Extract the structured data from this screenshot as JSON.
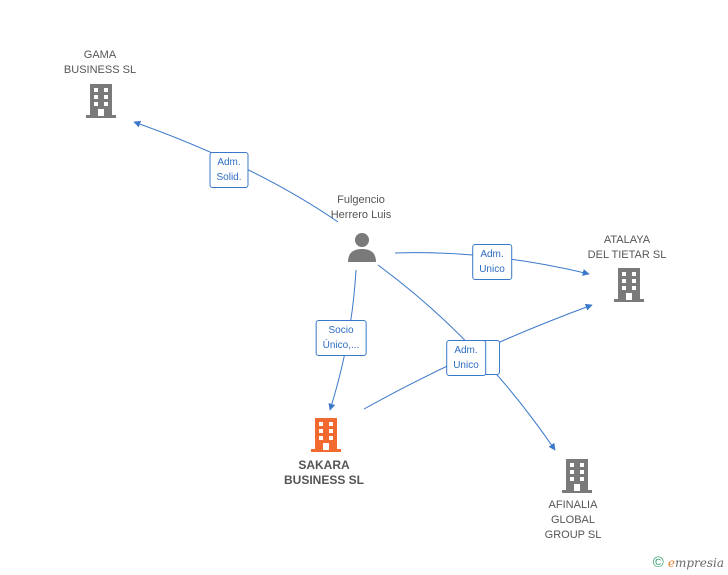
{
  "nodes": {
    "gama": {
      "line1": "GAMA",
      "line2": "BUSINESS SL",
      "color": "#7a7a7a"
    },
    "fulgencio": {
      "line1": "Fulgencio",
      "line2": "Herrero Luis",
      "color": "#7a7a7a"
    },
    "atalaya": {
      "line1": "ATALAYA",
      "line2": "DEL TIETAR SL",
      "color": "#7a7a7a"
    },
    "sakara": {
      "line1": "SAKARA",
      "line2": "BUSINESS SL",
      "color": "#f26a2f"
    },
    "afinalia": {
      "line1": "AFINALIA",
      "line2": "GLOBAL",
      "line3": "GROUP SL",
      "color": "#7a7a7a"
    }
  },
  "edges": {
    "to_gama": {
      "line1": "Adm.",
      "line2": "Solid."
    },
    "to_atalaya": {
      "line1": "Adm.",
      "line2": "Unico"
    },
    "to_sakara": {
      "line1": "Socio",
      "line2": "Único,..."
    },
    "sakara_atalaya": {
      "line1": "Adm.",
      "line2": "Unico"
    }
  },
  "footer": {
    "copyright": "©",
    "brand_first": "e",
    "brand_rest": "mpresia"
  },
  "colors": {
    "edge": "#3a78c9",
    "building": "#7a7a7a",
    "highlight": "#f26a2f"
  }
}
